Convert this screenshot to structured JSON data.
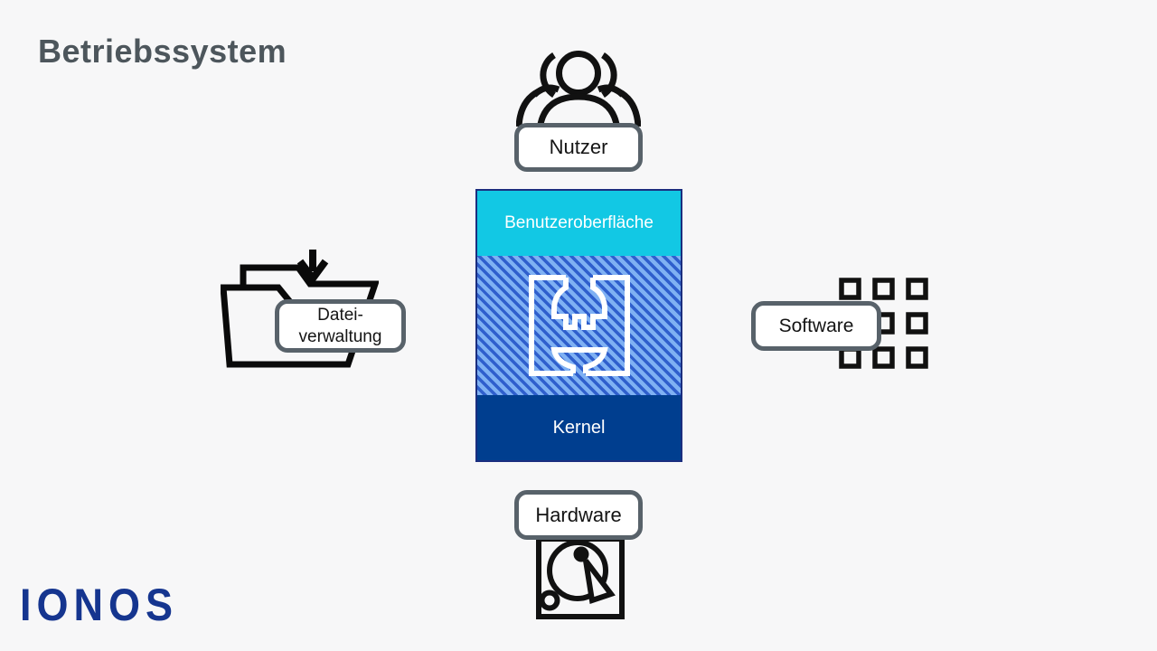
{
  "page": {
    "title": "Betriebssystem"
  },
  "brand": {
    "logo": "IONOS",
    "color": "#15358f"
  },
  "labels": {
    "nutzer": "Nutzer",
    "datei_line1": "Datei-",
    "datei_line2": "verwaltung",
    "software": "Software",
    "hardware": "Hardware"
  },
  "stack": {
    "ui_layer": "Benutzeroberfläche",
    "driver_layer_icon": "plug-connector-icon",
    "kernel_layer": "Kernel"
  },
  "icons": {
    "top": "users-group-icon",
    "left": "folder-download-icon",
    "right": "app-grid-icon",
    "bottom": "hard-disk-icon"
  },
  "colors": {
    "background": "#f7f7f8",
    "title": "#4d565c",
    "pill_border": "#58626a",
    "ui_layer_bg": "#12c8e4",
    "stripe_light": "#7fb1f3",
    "stripe_dark": "#2f5fcd",
    "kernel_bg": "#003e8f",
    "stack_border": "#1b2e7f"
  }
}
